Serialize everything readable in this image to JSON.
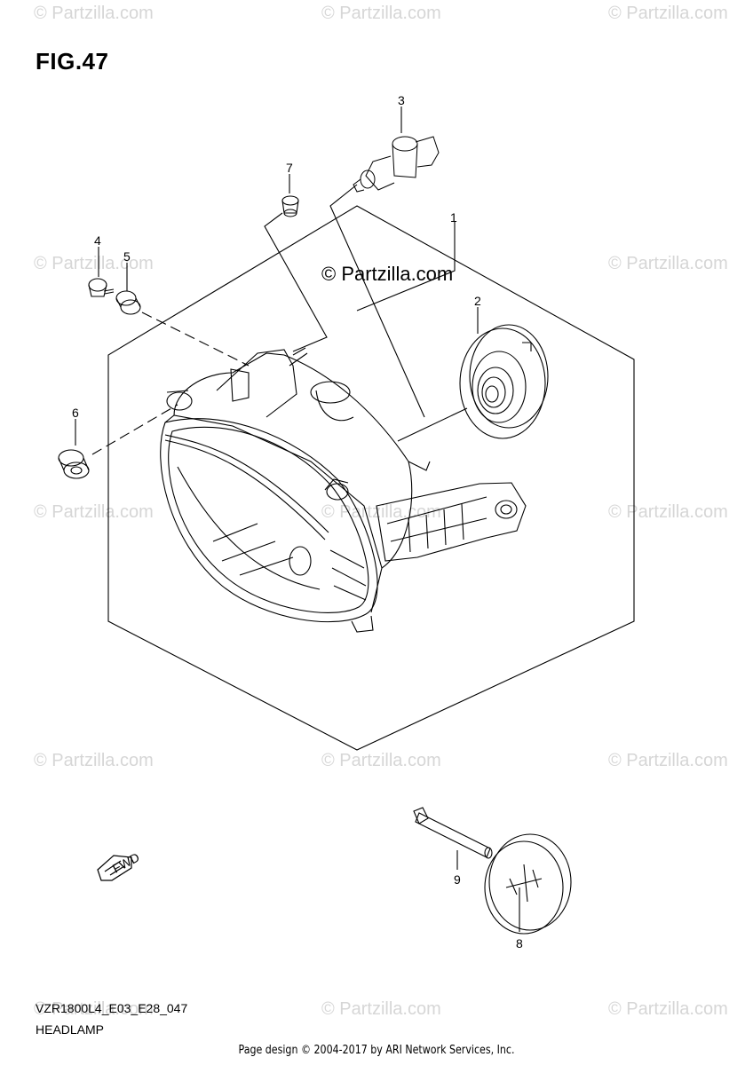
{
  "figure": {
    "title": "FIG.47",
    "code": "VZR1800L4_E03_E28_047",
    "section": "HEADLAMP"
  },
  "watermark": {
    "text": "© Partzilla.com",
    "center_text": "© Partzilla.com"
  },
  "footer": {
    "text": "Page design © 2004-2017 by ARI Network Services, Inc."
  },
  "direction_marker": {
    "text": "FWD"
  },
  "callouts": [
    {
      "id": "1",
      "label": "1"
    },
    {
      "id": "2",
      "label": "2"
    },
    {
      "id": "3",
      "label": "3"
    },
    {
      "id": "4",
      "label": "4"
    },
    {
      "id": "5",
      "label": "5"
    },
    {
      "id": "6",
      "label": "6"
    },
    {
      "id": "7",
      "label": "7"
    },
    {
      "id": "8",
      "label": "8"
    },
    {
      "id": "9",
      "label": "9"
    }
  ],
  "colors": {
    "line": "#000000",
    "watermark": "#d6d6d6"
  }
}
